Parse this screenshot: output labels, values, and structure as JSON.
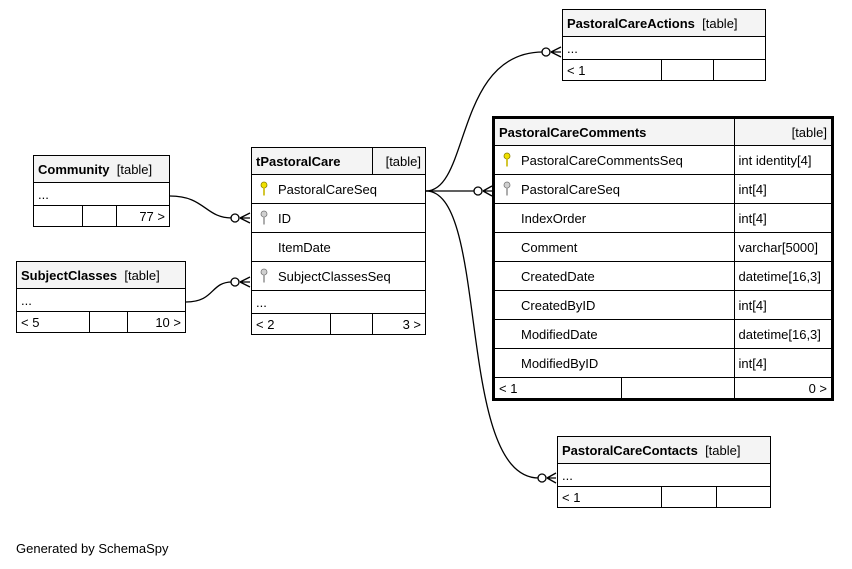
{
  "tables": {
    "community": {
      "name": "Community",
      "type": "[table]",
      "ellipsis": "...",
      "footer": [
        "",
        "",
        "77 >"
      ]
    },
    "subject_classes": {
      "name": "SubjectClasses",
      "type": "[table]",
      "ellipsis": "...",
      "footer": [
        "< 5",
        "",
        "10 >"
      ]
    },
    "t_pastoral_care": {
      "name": "tPastoralCare",
      "type": "[table]",
      "columns": [
        {
          "name": "PastoralCareSeq",
          "key": "primary"
        },
        {
          "name": "ID",
          "key": "foreign"
        },
        {
          "name": "ItemDate",
          "key": ""
        },
        {
          "name": "SubjectClassesSeq",
          "key": "foreign"
        }
      ],
      "ellipsis": "...",
      "footer": [
        "< 2",
        "",
        "3 >"
      ]
    },
    "pastoral_care_actions": {
      "name": "PastoralCareActions",
      "type": "[table]",
      "ellipsis": "...",
      "footer": [
        "< 1",
        "",
        ""
      ]
    },
    "pastoral_care_comments": {
      "name": "PastoralCareComments",
      "type": "[table]",
      "columns": [
        {
          "name": "PastoralCareCommentsSeq",
          "datatype": "int identity[4]",
          "key": "primary"
        },
        {
          "name": "PastoralCareSeq",
          "datatype": "int[4]",
          "key": "foreign"
        },
        {
          "name": "IndexOrder",
          "datatype": "int[4]",
          "key": ""
        },
        {
          "name": "Comment",
          "datatype": "varchar[5000]",
          "key": ""
        },
        {
          "name": "CreatedDate",
          "datatype": "datetime[16,3]",
          "key": ""
        },
        {
          "name": "CreatedByID",
          "datatype": "int[4]",
          "key": ""
        },
        {
          "name": "ModifiedDate",
          "datatype": "datetime[16,3]",
          "key": ""
        },
        {
          "name": "ModifiedByID",
          "datatype": "int[4]",
          "key": ""
        }
      ],
      "footer": [
        "< 1",
        "",
        "0 >"
      ]
    },
    "pastoral_care_contacts": {
      "name": "PastoralCareContacts",
      "type": "[table]",
      "ellipsis": "...",
      "footer": [
        "< 1",
        "",
        ""
      ]
    }
  },
  "colors": {
    "primary_key": "#f0e000",
    "foreign_key": "#a0a0a0",
    "header_bg": "#f4f4f4"
  },
  "generated_by": "Generated by SchemaSpy"
}
